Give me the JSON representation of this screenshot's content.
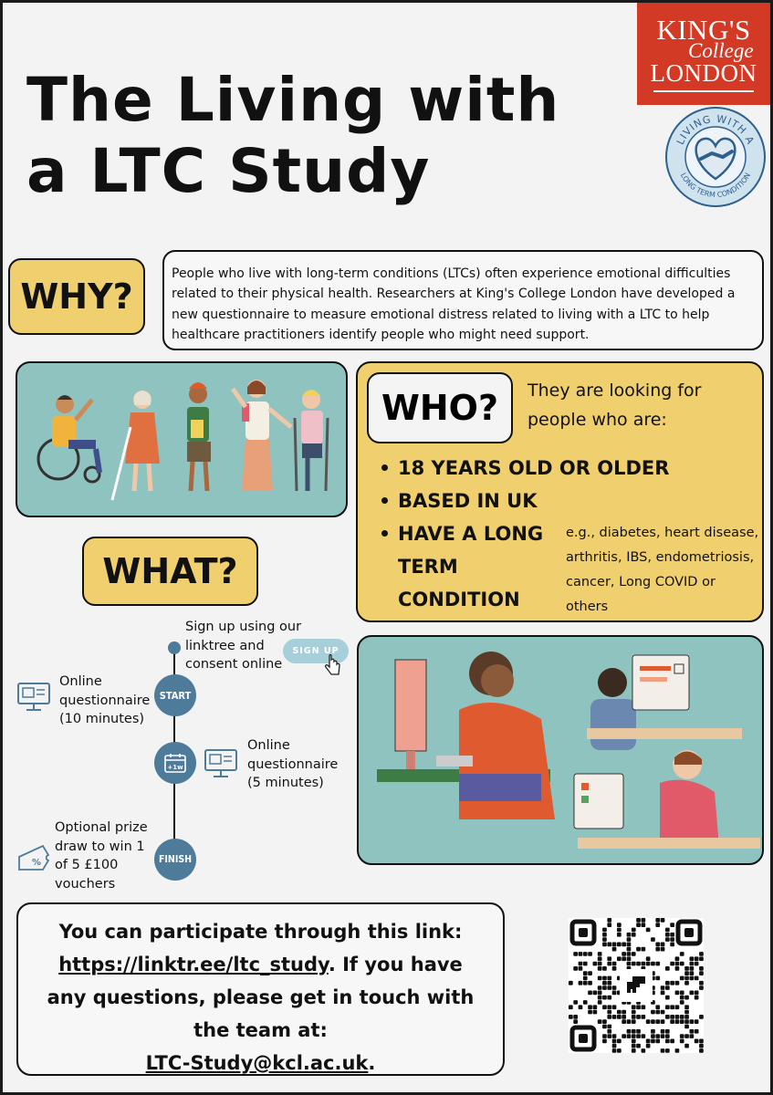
{
  "title": {
    "line1": "The Living with",
    "line2": "a LTC Study"
  },
  "logo": {
    "line1": "KING'S",
    "line2": "College",
    "line3": "LONDON"
  },
  "seal": {
    "top_text": "LIVING WITH A",
    "bottom_text": "LONG TERM CONDITION"
  },
  "why": {
    "label": "WHY?",
    "text": "People who live with long-term conditions (LTCs) often experience emotional difficulties related to their physical health. Researchers at King's College London have developed a new questionnaire to measure emotional distress related to living with a LTC to help healthcare practitioners identify people who might need support."
  },
  "who": {
    "label": "WHO?",
    "lead": "They are looking for people who are:",
    "criteria": [
      "18 YEARS OLD OR OLDER",
      "BASED IN UK",
      "HAVE A LONG TERM CONDITION"
    ],
    "examples": "e.g., diabetes, heart disease, arthritis,  IBS, endometriosis, cancer, Long COVID or others"
  },
  "what": {
    "label": "WHAT?",
    "signup_text": "Sign up using our linktree and consent online",
    "signup_button": "SIGN UP",
    "start_label": "START",
    "step1": "Online questionnaire (10 minutes)",
    "week_label": "+1w",
    "step2": "Online questionnaire (5 minutes)",
    "finish_label": "FINISH",
    "prize": "Optional prize draw to win 1 of 5 £100 vouchers"
  },
  "cta": {
    "line1": "You can participate through this link:",
    "link": "https://linktr.ee/ltc_study",
    "line2a": ". If you have",
    "line3": "any questions, please get in touch with",
    "line4": "the team at:",
    "email": "LTC-Study@kcl.ac.uk",
    "end": "."
  },
  "colors": {
    "yellow": "#f0cf6e",
    "teal": "#8fc3c0",
    "kcl_red": "#d33a26",
    "node_blue": "#4f7b9a"
  }
}
